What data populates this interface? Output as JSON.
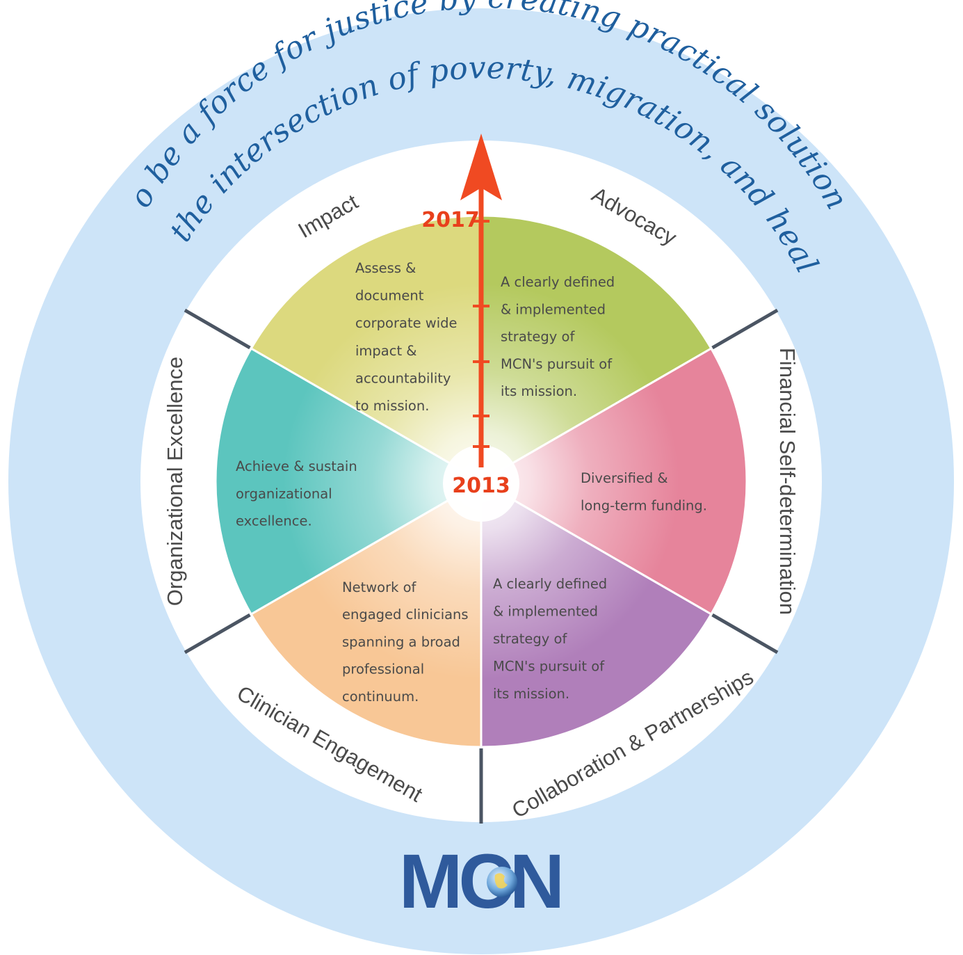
{
  "mission": {
    "line1": "To be a force for justice by creating practical solutions",
    "line2": "at the intersection of poverty, migration, and health"
  },
  "timeline": {
    "start_year": "2013",
    "end_year": "2017"
  },
  "segments": [
    {
      "id": "impact",
      "label": "Impact",
      "color": "#dcd97e",
      "lines": [
        "Assess &",
        "document",
        "corporate wide",
        "impact &",
        "accountability",
        "to mission."
      ]
    },
    {
      "id": "advocacy",
      "label": "Advocacy",
      "color": "#b4c95e",
      "lines": [
        "A clearly defined",
        "& implemented",
        "strategy of",
        "MCN's pursuit of",
        "its mission."
      ]
    },
    {
      "id": "financial-self-determination",
      "label": "Financial Self-determination",
      "color": "#e6849b",
      "lines": [
        "Diversified &",
        "long-term funding."
      ]
    },
    {
      "id": "collaboration-partnerships",
      "label": "Collaboration & Partnerships",
      "color": "#b07fba",
      "lines": [
        "A clearly defined",
        "& implemented",
        "strategy of",
        "MCN's pursuit of",
        "its mission."
      ]
    },
    {
      "id": "clinician-engagement",
      "label": "Clinician Engagement",
      "color": "#f8c796",
      "lines": [
        "Network of",
        "engaged clinicians",
        "spanning a broad",
        "professional",
        "continuum."
      ]
    },
    {
      "id": "organizational-excellence",
      "label": "Organizational Excellence",
      "color": "#5cc5be",
      "lines": [
        "Achieve & sustain",
        "organizational",
        "excellence."
      ]
    }
  ],
  "logo": {
    "text": "MCN"
  },
  "colors": {
    "outer_circle": "#cde4f8",
    "arrow": "#f04a22",
    "mission_text": "#1f5f9e",
    "logo": "#2f5a9c"
  }
}
